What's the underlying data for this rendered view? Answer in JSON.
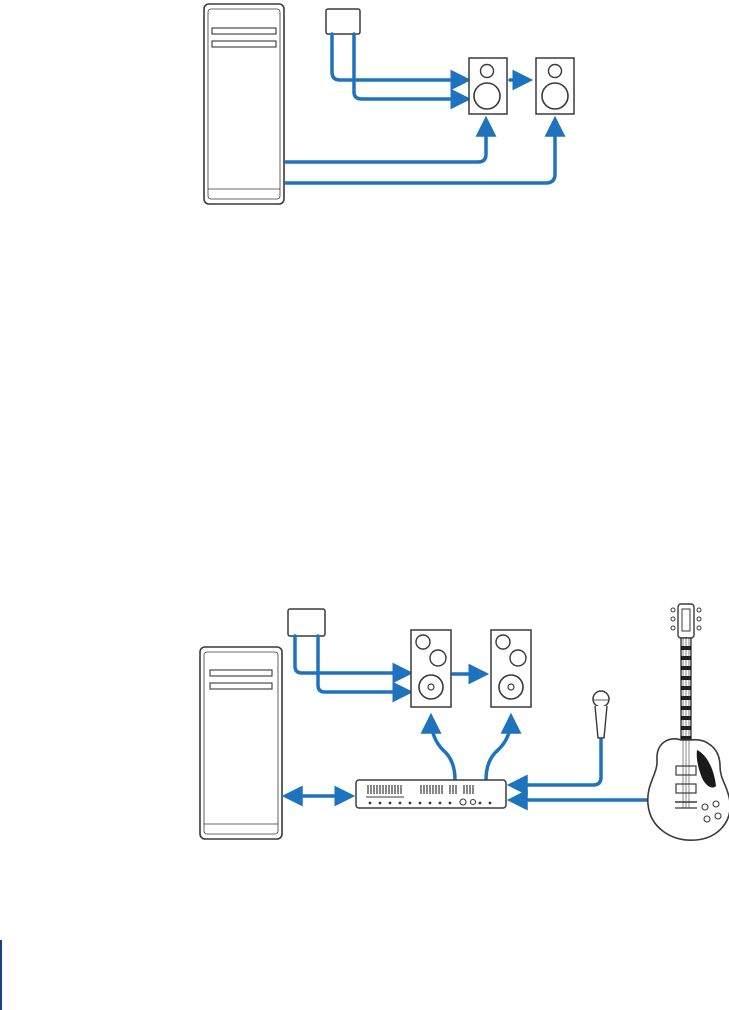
{
  "colors": {
    "cable": "#1e73be",
    "outline": "#3a3a3a",
    "fill": "#ffffff",
    "accent_rule": "#1d3f84"
  },
  "diagrams": [
    {
      "name": "basic-monitor-setup",
      "devices": [
        "computer",
        "midi-keyboard",
        "speaker-left",
        "speaker-right"
      ],
      "connections": [
        {
          "from": "midi-keyboard",
          "to": "speaker-left"
        },
        {
          "from": "speaker-left",
          "to": "speaker-right"
        },
        {
          "from": "computer",
          "to": "speaker-left"
        },
        {
          "from": "computer",
          "to": "speaker-right"
        }
      ]
    },
    {
      "name": "audio-interface-setup",
      "devices": [
        "computer",
        "midi-keyboard",
        "speaker-left",
        "speaker-right",
        "audio-interface",
        "microphone",
        "electric-guitar"
      ],
      "connections": [
        {
          "from": "midi-keyboard",
          "to": "speaker-left"
        },
        {
          "from": "speaker-left",
          "to": "speaker-right"
        },
        {
          "from": "computer",
          "to": "audio-interface",
          "bidirectional": true
        },
        {
          "from": "audio-interface",
          "to": "speaker-left"
        },
        {
          "from": "audio-interface",
          "to": "speaker-right"
        },
        {
          "from": "microphone",
          "to": "audio-interface"
        },
        {
          "from": "electric-guitar",
          "to": "audio-interface"
        }
      ]
    }
  ]
}
